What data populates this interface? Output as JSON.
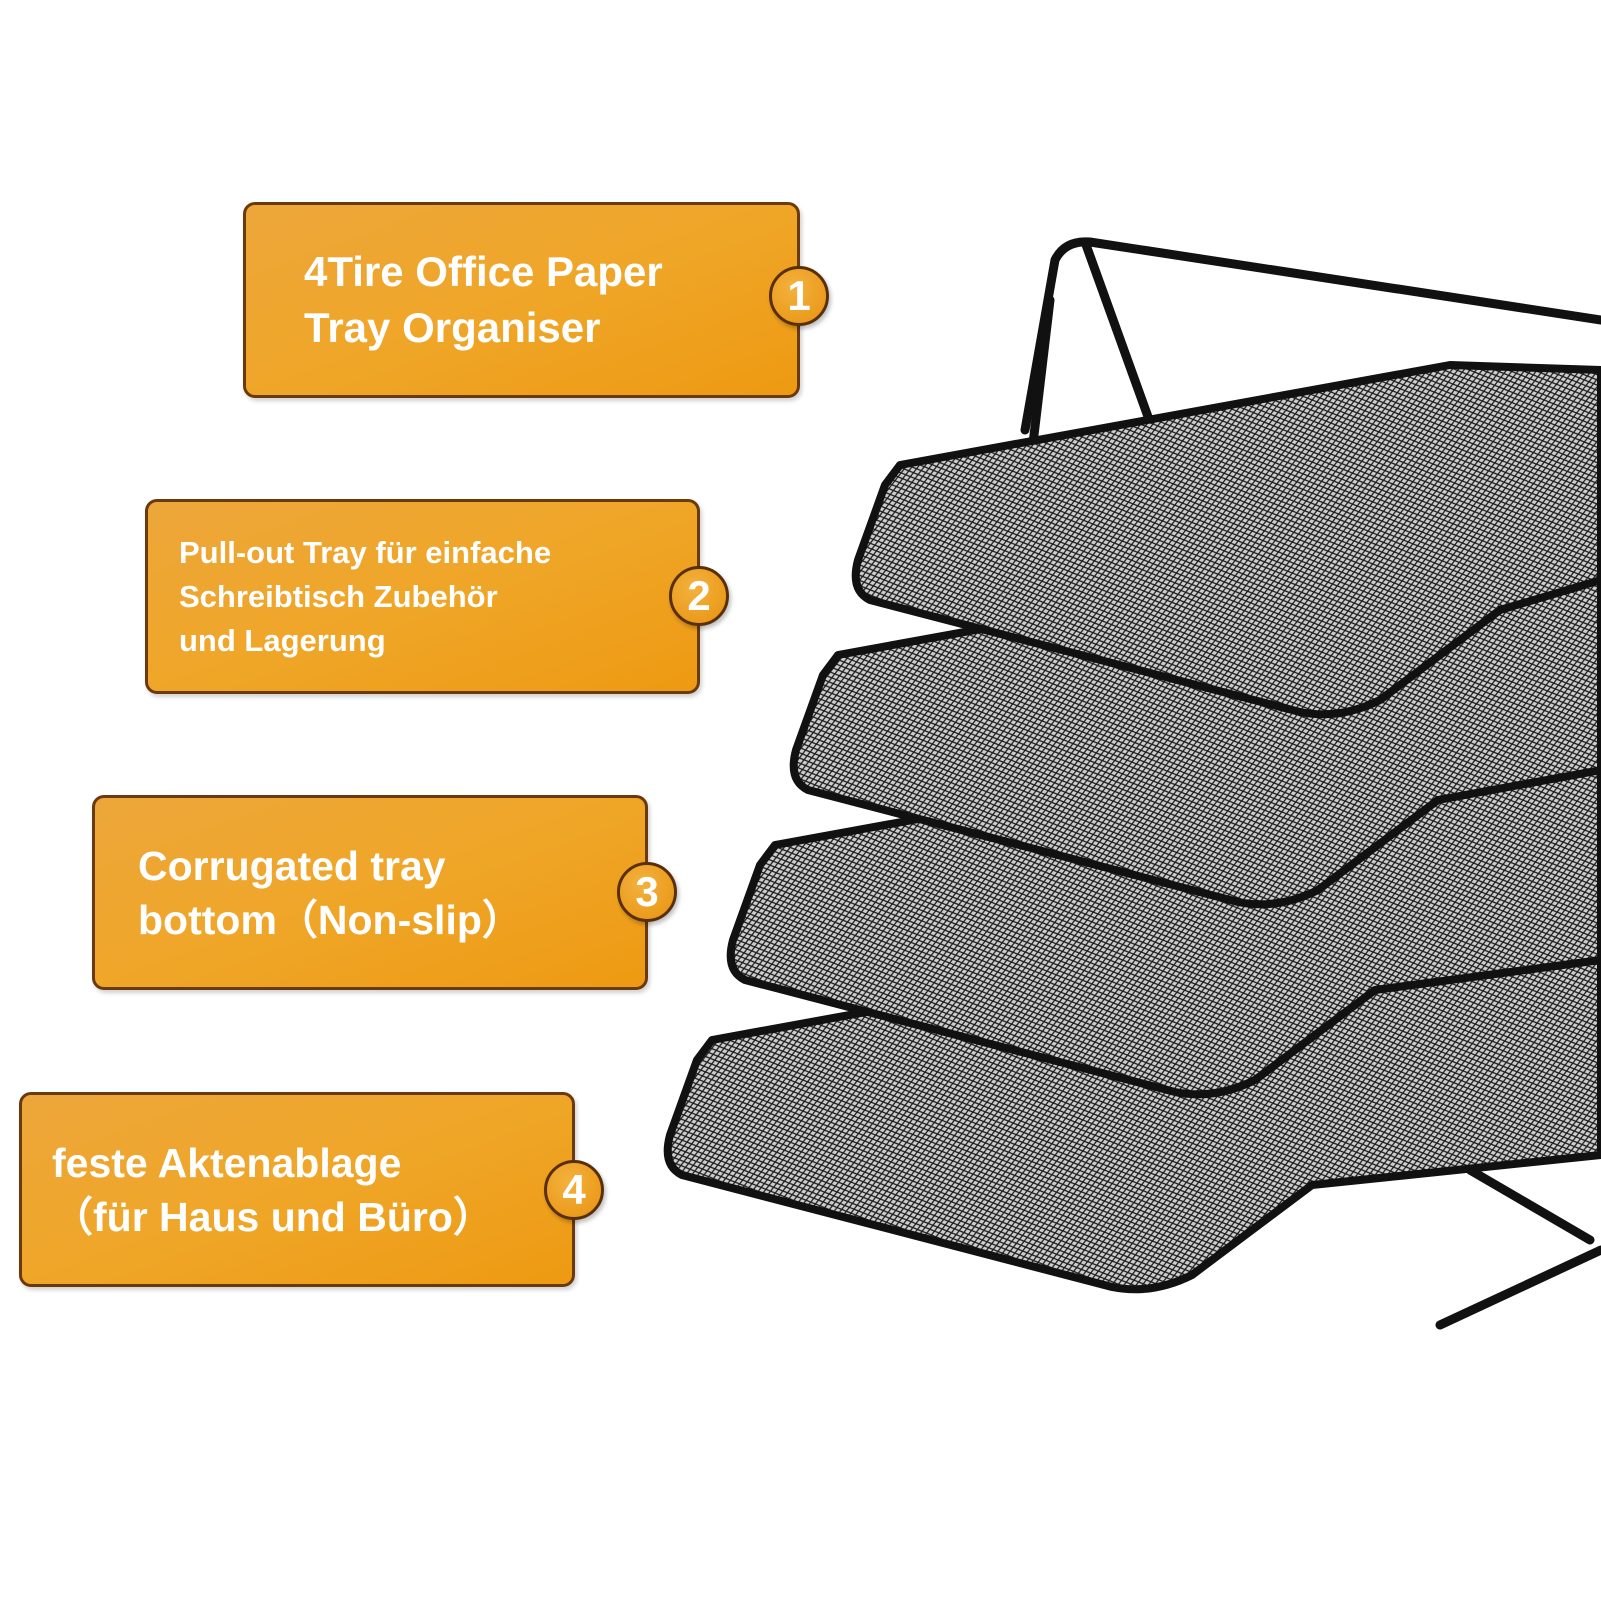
{
  "callouts": [
    {
      "number": "1",
      "lines": [
        "4Tire Office Paper",
        "Tray Organiser"
      ]
    },
    {
      "number": "2",
      "lines": [
        "Pull-out Tray für einfache",
        "Schreibtisch Zubehör",
        "und Lagerung"
      ]
    },
    {
      "number": "3",
      "lines": [
        "Corrugated tray",
        "bottom（Non-slip）"
      ]
    },
    {
      "number": "4",
      "lines": [
        "feste Aktenablage",
        "（für Haus und Büro）"
      ]
    }
  ],
  "colors": {
    "callout_fill": "#efa628",
    "callout_border": "#6b3a0c",
    "tray": "#111111"
  },
  "product_image": "black-mesh-4-tier-letter-tray"
}
